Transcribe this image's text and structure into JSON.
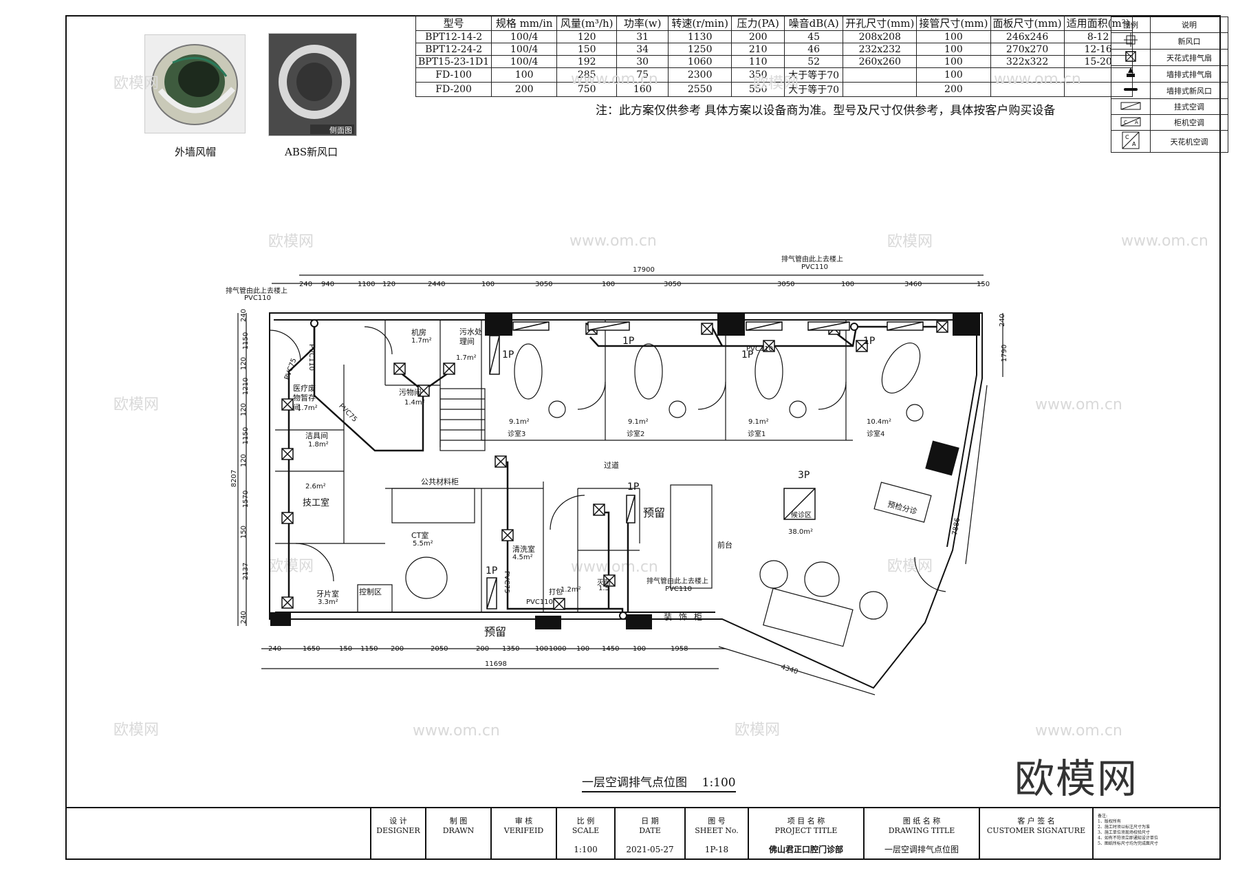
{
  "spec_table": {
    "headers": [
      "型号",
      "规格 mm/in",
      "风量(m³/h)",
      "功率(w)",
      "转速(r/min)",
      "压力(PA)",
      "噪音dB(A)",
      "开孔尺寸(mm)",
      "接管尺寸(mm)",
      "面板尺寸(mm)",
      "适用面积(m²)"
    ],
    "rows": [
      [
        "BPT12-14-2",
        "100/4",
        "120",
        "31",
        "1130",
        "200",
        "45",
        "208x208",
        "100",
        "246x246",
        "8-12"
      ],
      [
        "BPT12-24-2",
        "100/4",
        "150",
        "34",
        "1250",
        "210",
        "46",
        "232x232",
        "100",
        "270x270",
        "12-16"
      ],
      [
        "BPT15-23-1D1",
        "100/4",
        "192",
        "30",
        "1060",
        "110",
        "52",
        "260x260",
        "100",
        "322x322",
        "15-20"
      ],
      [
        "FD-100",
        "100",
        "285",
        "75",
        "2300",
        "350",
        "大于等于70",
        "",
        "100",
        "",
        ""
      ],
      [
        "FD-200",
        "200",
        "750",
        "160",
        "2550",
        "550",
        "大于等于70",
        "",
        "200",
        "",
        ""
      ]
    ]
  },
  "note": "注：此方案仅供参考 具体方案以设备商为准。型号及尺寸仅供参考，具体按客户购买设备",
  "legend": {
    "header_symbol": "图例",
    "header_desc": "说明",
    "items": [
      {
        "icon": "fresh-air-outlet-icon",
        "label": "新风口"
      },
      {
        "icon": "ceiling-exhaust-fan-icon",
        "label": "天花式排气扇"
      },
      {
        "icon": "wall-exhaust-fan-icon",
        "label": "墙排式排气扇"
      },
      {
        "icon": "wall-fresh-air-outlet-icon",
        "label": "墙排式新风口"
      },
      {
        "icon": "wall-mounted-ac-icon",
        "label": "挂式空调"
      },
      {
        "icon": "cabinet-ac-icon",
        "label": "柜机空调"
      },
      {
        "icon": "ceiling-ac-icon",
        "label": "天花机空调"
      }
    ]
  },
  "photos": {
    "wall_cap": "外墙风帽",
    "abs_outlet": "ABS新风口",
    "abs_outlet_inset": "侧面图"
  },
  "plan": {
    "title": "一层空调排气点位图",
    "scale": "1:100",
    "dims_top": {
      "overall": "17900",
      "segments": [
        "240",
        "940",
        "1100",
        "120",
        "2440",
        "100",
        "3050",
        "100",
        "3050",
        "3050",
        "100",
        "3460",
        "150"
      ]
    },
    "dims_bottom": {
      "overall": "11698",
      "segments": [
        "240",
        "1650",
        "150",
        "1150",
        "200",
        "2050",
        "200",
        "1350",
        "100",
        "1000",
        "100",
        "1450",
        "100",
        "1958"
      ],
      "angled": "4340"
    },
    "dims_left": {
      "overall": "8207",
      "segments": [
        "240",
        "1150",
        "120",
        "1210",
        "120",
        "1150",
        "120",
        "1570",
        "150",
        "2137",
        "240"
      ]
    },
    "dims_right": [
      "240",
      "1790",
      "7886"
    ],
    "riser_notes": [
      {
        "text": "排气管由此上去楼上",
        "pipe": "PVC110"
      },
      {
        "text": "排气管由此上去楼上",
        "pipe": "PVC110"
      },
      {
        "text": "排气管由此上去楼上",
        "pipe": "PVC110"
      }
    ],
    "pipe_labels": [
      "PVC110",
      "PVC75",
      "PVC75",
      "PVC110",
      "PVC75",
      "PVC110"
    ],
    "rooms": [
      {
        "name": "机房",
        "area": "1.7m²"
      },
      {
        "name": "污水处理间",
        "area": "1.7m²"
      },
      {
        "name": "污物间",
        "area": "1.4m²"
      },
      {
        "name": "医疗废物暂存间",
        "area": "1.7m²"
      },
      {
        "name": "洁具间",
        "area": "1.8m²"
      },
      {
        "name": "技工室",
        "area": "2.6m²"
      },
      {
        "name": "CT室",
        "area": "5.5m²"
      },
      {
        "name": "牙片室",
        "area": "3.3m²"
      },
      {
        "name": "控制区",
        "area": ""
      },
      {
        "name": "清洗室",
        "area": "4.5m²"
      },
      {
        "name": "打包",
        "area": "1.2m²"
      },
      {
        "name": "灭菌",
        "area": "1.5"
      },
      {
        "name": "诊室3",
        "area": "9.1m²"
      },
      {
        "name": "诊室2",
        "area": "9.1m²"
      },
      {
        "name": "诊室1",
        "area": "9.1m²"
      },
      {
        "name": "诊室4",
        "area": "10.4m²"
      },
      {
        "name": "候诊区",
        "area": "38.0m²"
      }
    ],
    "labels": {
      "corridor": "过道",
      "public_cabinet": "公共材料柜",
      "reserve1": "预留",
      "reserve2": "预留",
      "front_desk": "前台",
      "pre_triage": "预检分诊",
      "deco_cabinet": "装饰柜",
      "ac_3p": "3P",
      "ac_1p": "1P"
    }
  },
  "title_block": {
    "designer_cn": "设 计",
    "designer_en": "DESIGNER",
    "drawn_cn": "制 图",
    "drawn_en": "DRAWN",
    "verified_cn": "审 核",
    "verified_en": "VERIFEID",
    "scale_cn": "比 例",
    "scale_en": "SCALE",
    "scale_val": "1:100",
    "date_cn": "日 期",
    "date_en": "DATE",
    "date_val": "2021-05-27",
    "sheet_cn": "图 号",
    "sheet_en": "SHEET No.",
    "sheet_val": "1P-18",
    "project_cn": "项 目 名 称",
    "project_en": "PROJECT TITLE",
    "project_val": "佛山君正口腔门诊部",
    "drawing_cn": "图 纸 名 称",
    "drawing_en": "DRAWING TITLE",
    "drawing_val": "一层空调排气点位图",
    "customer_cn": "客 户 签 名",
    "customer_en": "CUSTOMER SIGNATURE",
    "notes_title": "备注:",
    "notes": [
      "1、版权所有",
      "2、施工时须以标注尺寸为准",
      "3、施工单位须现场校验尺寸",
      "4、如有不符须立即通知设计单位",
      "5、图纸所标尺寸均为完成面尺寸"
    ]
  },
  "watermark": {
    "text": "欧模网",
    "url": "www.om.cn"
  }
}
